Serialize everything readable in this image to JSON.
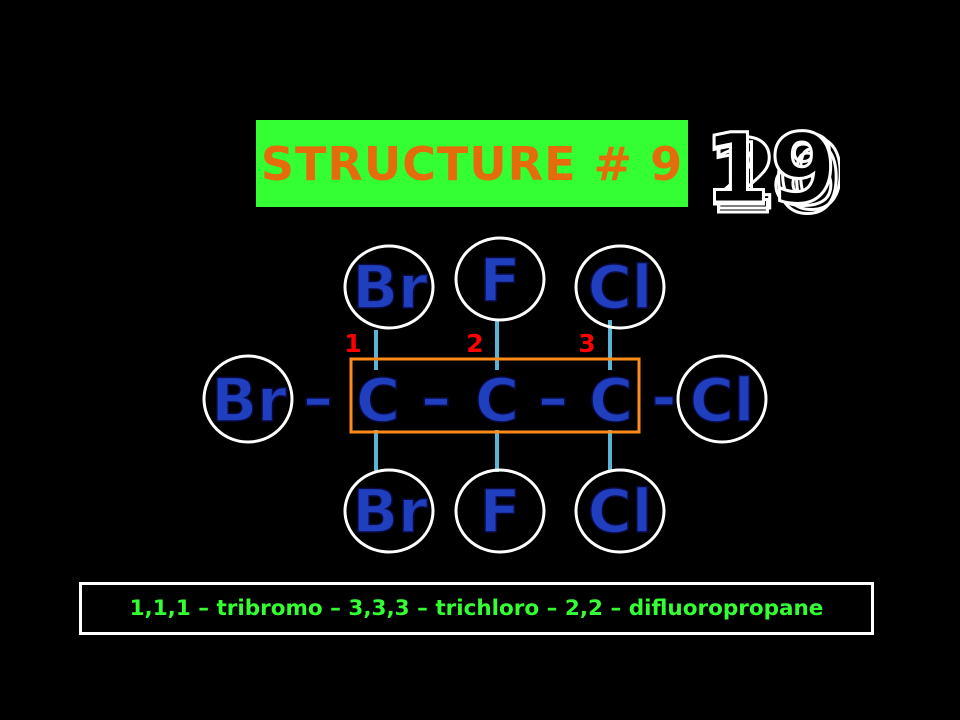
{
  "title": "STRUCTURE # 9",
  "timer": {
    "front": "19",
    "ghosts": [
      "10",
      "18",
      "20"
    ]
  },
  "molecule": {
    "top": [
      "Br",
      "F",
      "Cl"
    ],
    "chain": [
      "Br",
      "C",
      "C",
      "C",
      "Cl"
    ],
    "bottom": [
      "Br",
      "F",
      "Cl"
    ],
    "carbon_numbers": [
      "1",
      "2",
      "3"
    ],
    "bond": "–",
    "bond_last": "-"
  },
  "name": "1,1,1 – tribromo – 3,3,3 – trichloro – 2,2 – difluoropropane",
  "colors": {
    "atom_text": "#1f3fbf",
    "atom_circle": "#ffffff",
    "bond_line": "#5ab4d6",
    "highlight_box": "#ff8c1a",
    "numbers": "#ff0000",
    "title_bg": "#33ff33",
    "title_text": "#e46c0a",
    "name_text": "#33ff33"
  }
}
